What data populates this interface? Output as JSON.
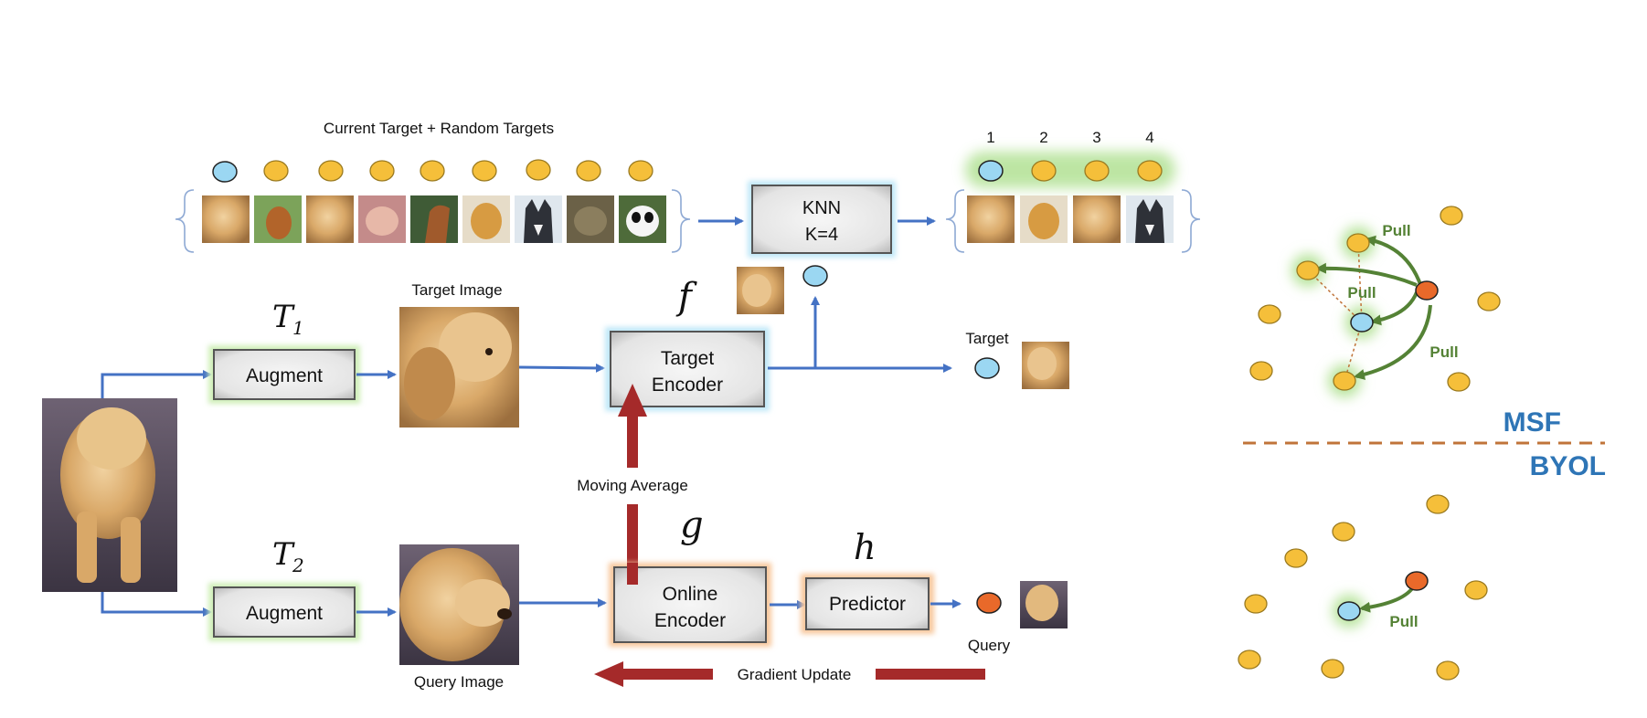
{
  "title": "Current Target + Random Targets",
  "knn": {
    "line1": "KNN",
    "line2": "K=4"
  },
  "neighbor_numbers": [
    "1",
    "2",
    "3",
    "4"
  ],
  "symbols": {
    "f": "f",
    "g": "g",
    "h": "h",
    "t1": "T",
    "t1_sub": "1",
    "t2": "T",
    "t2_sub": "2"
  },
  "boxes": {
    "augment_top": "Augment",
    "augment_bottom": "Augment",
    "target_encoder_1": "Target",
    "target_encoder_2": "Encoder",
    "online_encoder_1": "Online",
    "online_encoder_2": "Encoder",
    "predictor": "Predictor"
  },
  "labels": {
    "target_image": "Target Image",
    "query_image": "Query Image",
    "target": "Target",
    "query": "Query",
    "moving_average": "Moving Average",
    "gradient_update": "Gradient Update"
  },
  "right_panel": {
    "msf": "MSF",
    "byol": "BYOL",
    "pull": "Pull"
  },
  "colors": {
    "arrow_blue": "#4472c4",
    "arrow_red": "#a52a2a",
    "dot_yellow": "#f5bf3a",
    "dot_blue": "#9bd7f2",
    "dot_orange": "#e9692a",
    "pull_green": "#548235",
    "msf_blue": "#2e75b6",
    "divider_brown": "#c0743a"
  }
}
